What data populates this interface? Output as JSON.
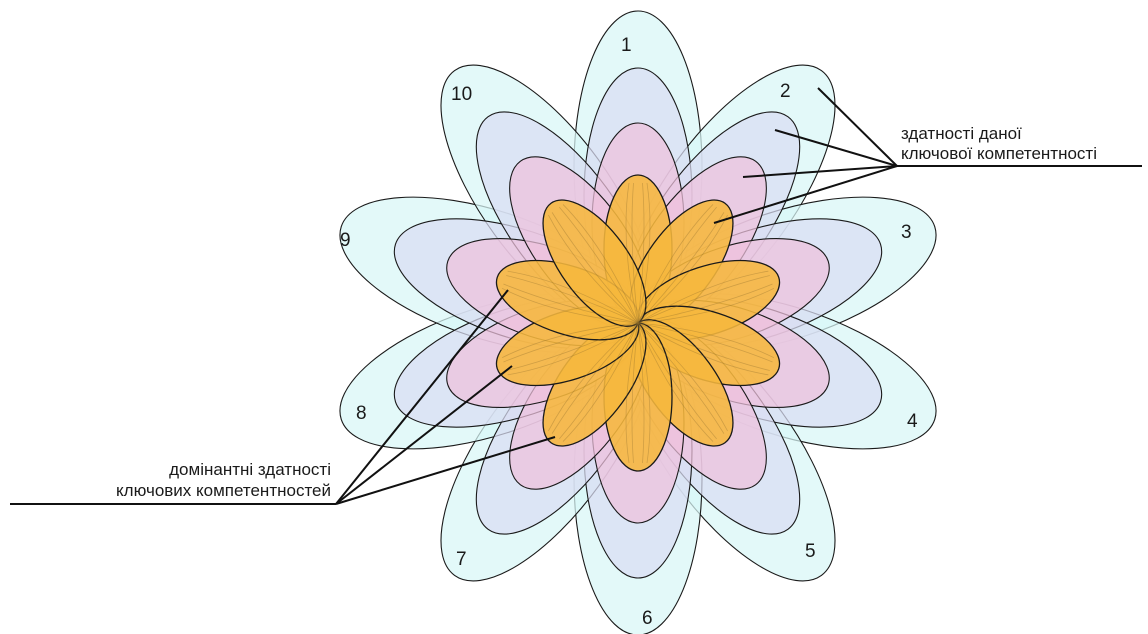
{
  "petals": [
    {
      "number": "1"
    },
    {
      "number": "2"
    },
    {
      "number": "3"
    },
    {
      "number": "4"
    },
    {
      "number": "5"
    },
    {
      "number": "6"
    },
    {
      "number": "7"
    },
    {
      "number": "8"
    },
    {
      "number": "9"
    },
    {
      "number": "10"
    }
  ],
  "layers": [
    {
      "name": "outer",
      "fill": "#d8f7f7"
    },
    {
      "name": "second",
      "fill": "#d9ddf3"
    },
    {
      "name": "third",
      "fill": "#eec0dc"
    },
    {
      "name": "core",
      "fill": "#f6b73c"
    }
  ],
  "outline_color": "#1a1a1a",
  "callouts": {
    "top_right": {
      "line1": "здатності даної",
      "line2": "ключової компетентності"
    },
    "bottom_left": {
      "line1": "домінантні здатності",
      "line2": "ключових компетентностей"
    }
  }
}
